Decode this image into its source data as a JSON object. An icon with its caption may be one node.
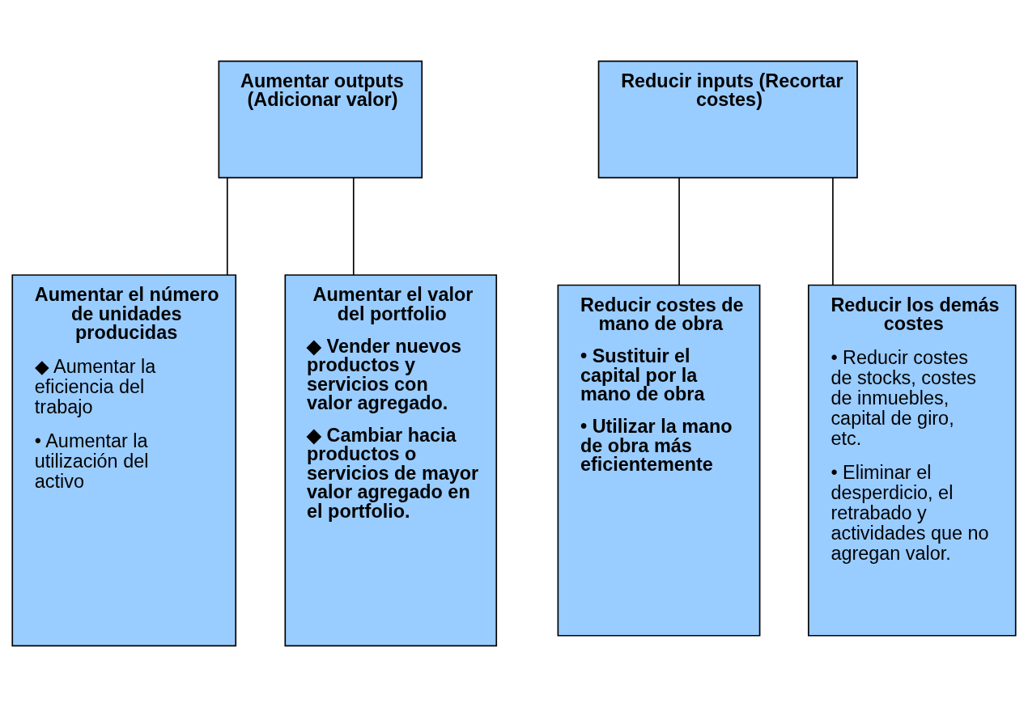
{
  "diagram": {
    "nodes": [
      {
        "text": [
          "Aumentar outputs (Adicionar valor)"
        ]
      },
      {
        "text": [
          "Reducir inputs (Recortar costes)"
        ]
      },
      {
        "text": [
          "Aumentar el número de unidades producidas",
          "◆ Aumentar la eficiencia del trabajo",
          "• Aumentar la utilización del activo"
        ]
      },
      {
        "text": [
          "Aumentar el valor del portfolio",
          "◆ Vender nuevos productos y servicios con valor agregado.",
          "◆ Cambiar hacia productos o servicios de mayor valor agregado en el portfolio."
        ]
      },
      {
        "text": [
          "Reducir costes de mano de obra",
          "• Sustituir el capital por la mano de obra",
          "• Utilizar la mano de obra más eficientemente"
        ]
      },
      {
        "text": [
          "Reducir los demás costes",
          "• Reducir costes de stocks, costes de inmuebles, capital de giro, etc.",
          "• Eliminar el desperdicio, el retrabado y actividades que no agregan valor."
        ]
      }
    ],
    "edges": [
      {
        "from": 0,
        "to": 2,
        "arrow": "none"
      },
      {
        "from": 0,
        "to": 3,
        "arrow": "none"
      },
      {
        "from": 1,
        "to": 4,
        "arrow": "none"
      },
      {
        "from": 1,
        "to": 5,
        "arrow": "none"
      }
    ]
  }
}
